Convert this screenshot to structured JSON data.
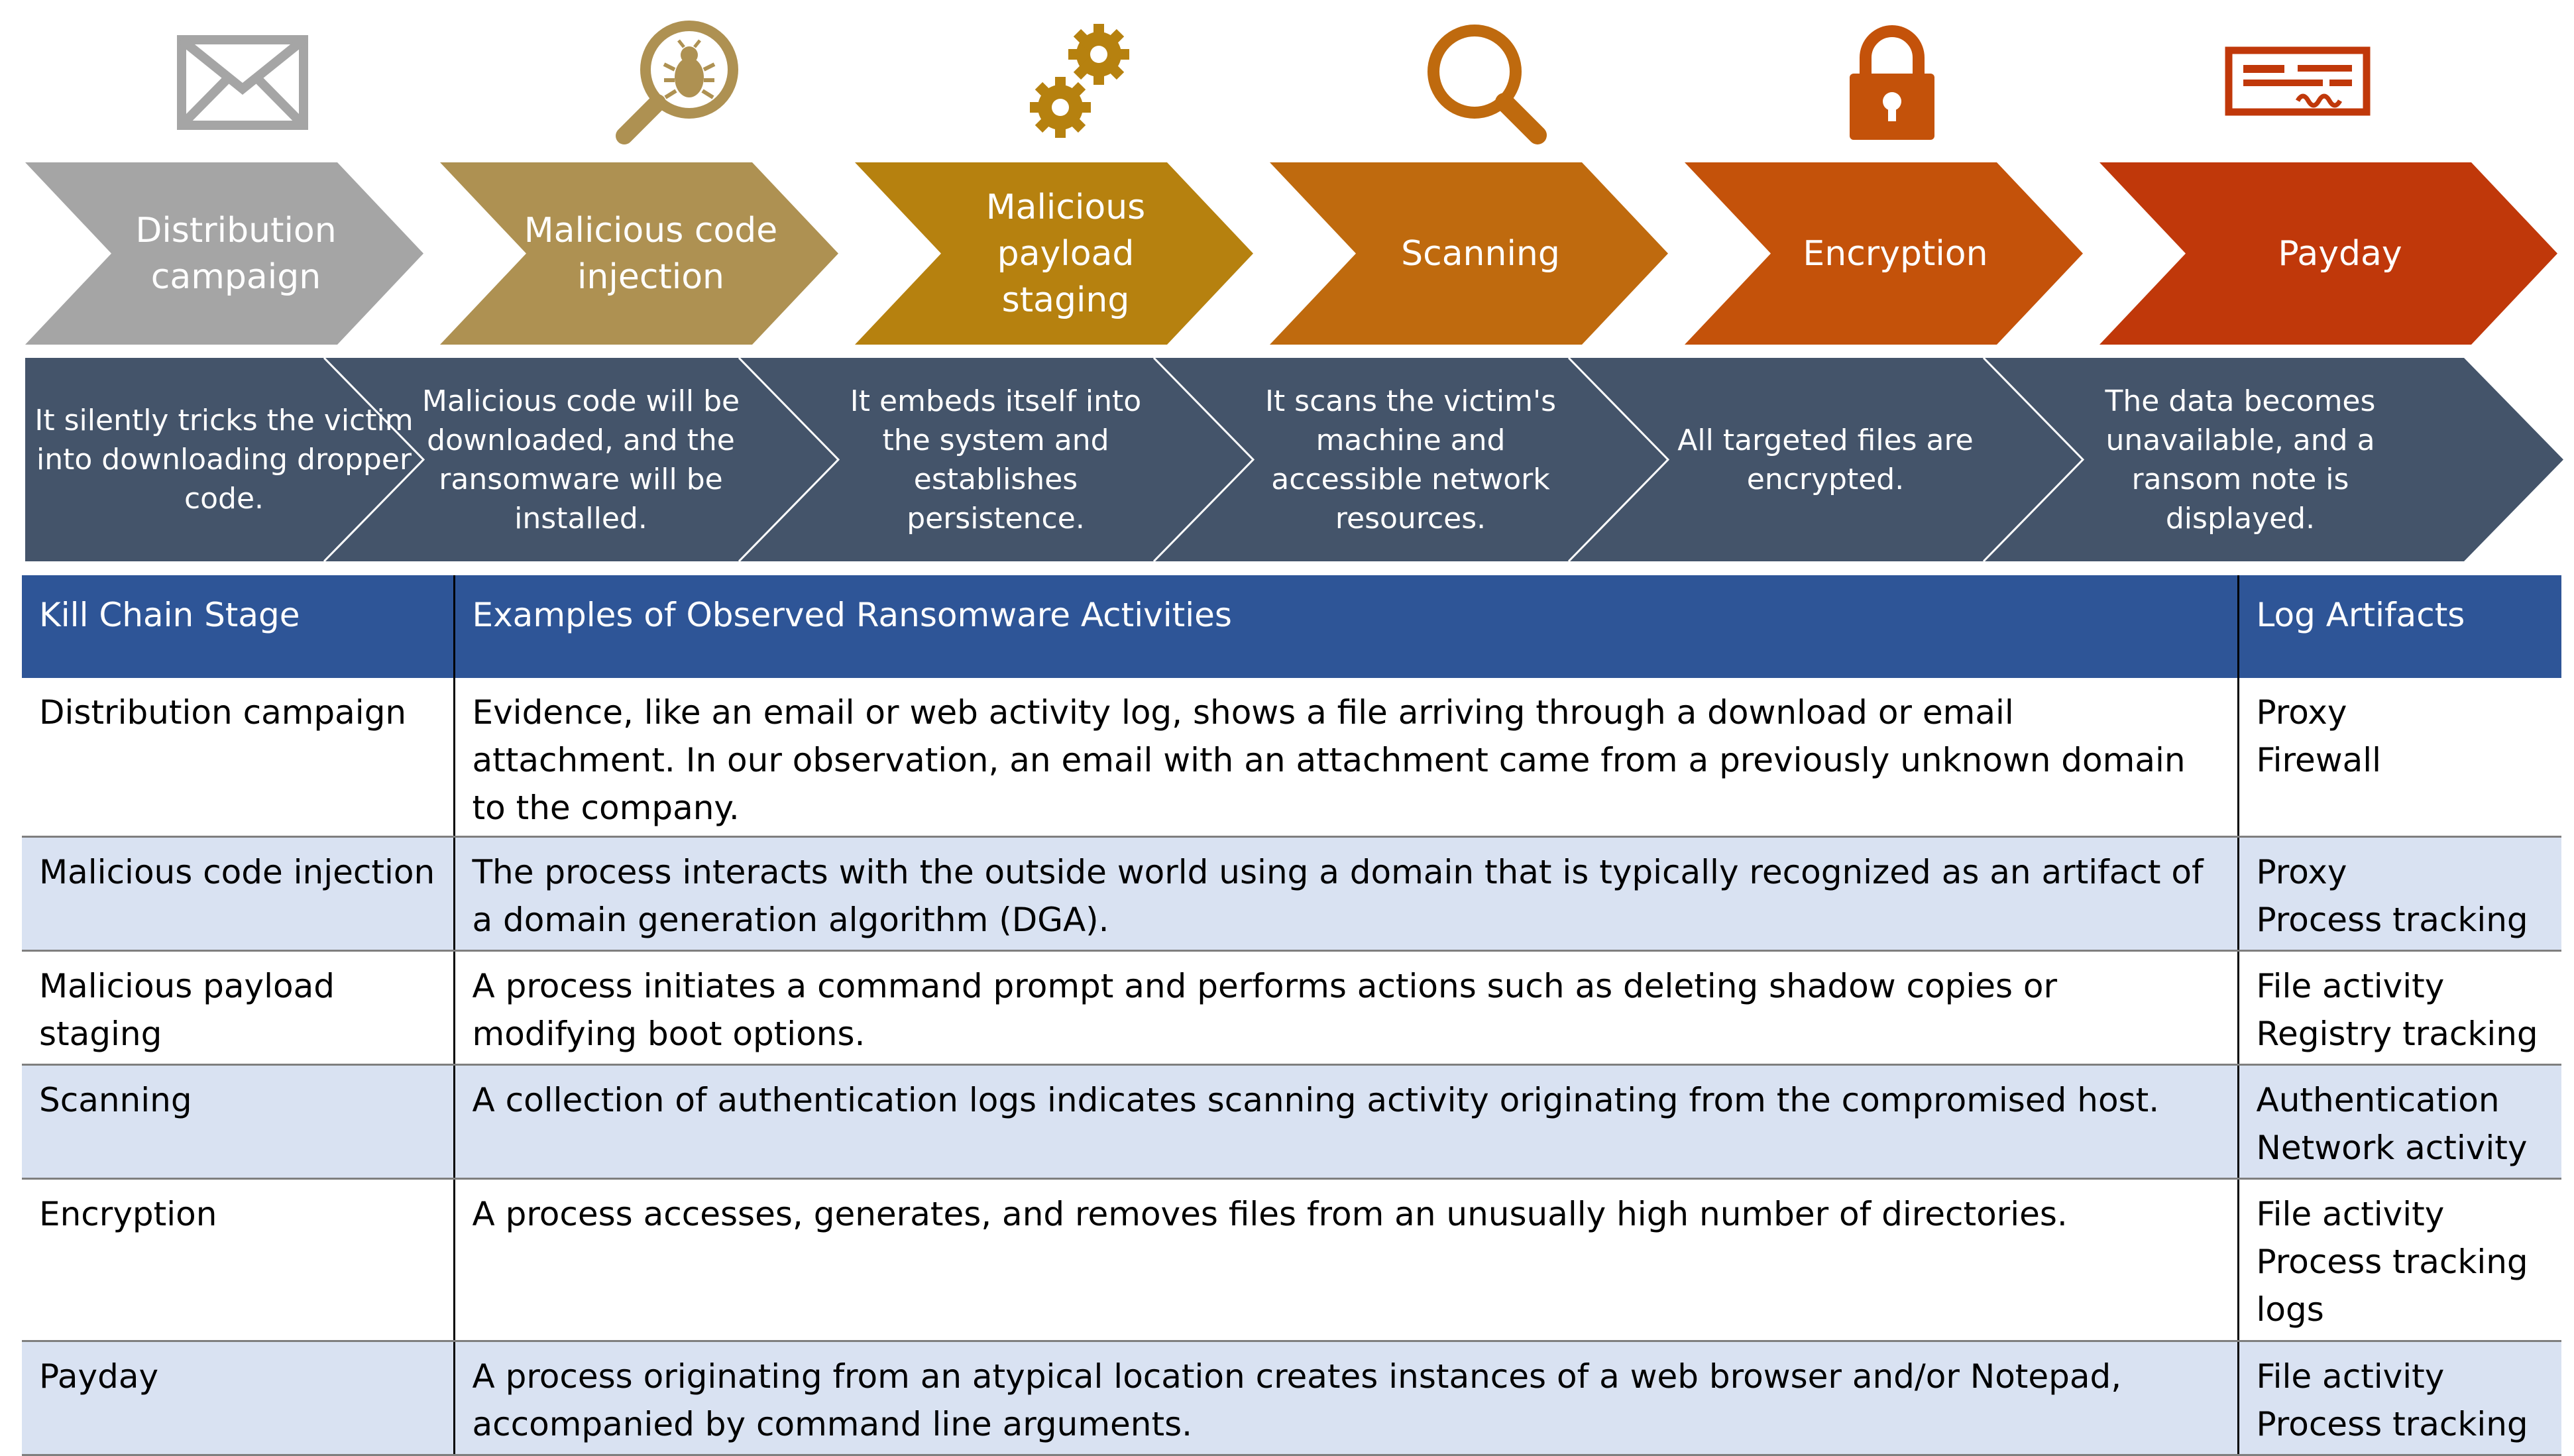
{
  "stages": [
    {
      "name": "Distribution\ncampaign",
      "color": "#a5a5a5",
      "icon": "envelope-icon",
      "description": "It silently tricks the victim into downloading dropper code."
    },
    {
      "name": "Malicious code\ninjection",
      "color": "#ae9152",
      "icon": "bug-magnifier-icon",
      "description": "Malicious code will be downloaded, and the ransomware will be installed."
    },
    {
      "name": "Malicious\npayload\nstaging",
      "color": "#b6810f",
      "icon": "gears-icon",
      "description": "It embeds itself into the system and establishes persistence."
    },
    {
      "name": "Scanning",
      "color": "#bf6a0e",
      "icon": "magnifier-icon",
      "description": "It scans the victim's machine and accessible network resources."
    },
    {
      "name": "Encryption",
      "color": "#c4520a",
      "icon": "padlock-icon",
      "description": "All targeted files are encrypted."
    },
    {
      "name": "Payday",
      "color": "#c0380a",
      "icon": "check-icon",
      "description": "The data becomes unavailable, and a ransom note is displayed."
    }
  ],
  "colors": {
    "description_band": "#44546a",
    "table_header": "#2e5597",
    "row_shade": "#d9e2f2"
  },
  "table": {
    "headers": [
      "Kill Chain Stage",
      "Examples of Observed Ransomware Activities",
      "Log Artifacts"
    ],
    "rows": [
      {
        "stage": "Distribution campaign",
        "activity": "Evidence, like an email or web activity log, shows a file arriving through a download or email attachment. In our observation, an email with an attachment came from a previously unknown domain to the company.",
        "artifacts": [
          "Proxy",
          "Firewall"
        ]
      },
      {
        "stage": "Malicious code injection",
        "activity": "The process interacts with the outside world using a domain that is typically recognized as an artifact of a domain generation algorithm (DGA).",
        "artifacts": [
          "Proxy",
          "Process tracking"
        ]
      },
      {
        "stage": "Malicious payload staging",
        "activity": "A process initiates a command prompt and performs actions such as deleting shadow copies or modifying boot options.",
        "artifacts": [
          "File activity",
          "Registry tracking"
        ]
      },
      {
        "stage": "Scanning",
        "activity": "A collection of authentication logs indicates scanning activity originating from the compromised host.",
        "artifacts": [
          "Authentication",
          "Network activity"
        ]
      },
      {
        "stage": "Encryption",
        "activity": "A process accesses, generates, and removes files from an unusually high number of directories.",
        "artifacts": [
          "File activity",
          "Process tracking logs"
        ]
      },
      {
        "stage": "Payday",
        "activity": "A process originating from an atypical location creates instances of a web browser and/or Notepad, accompanied by command line arguments.",
        "artifacts": [
          "File activity",
          "Process tracking"
        ]
      }
    ]
  }
}
